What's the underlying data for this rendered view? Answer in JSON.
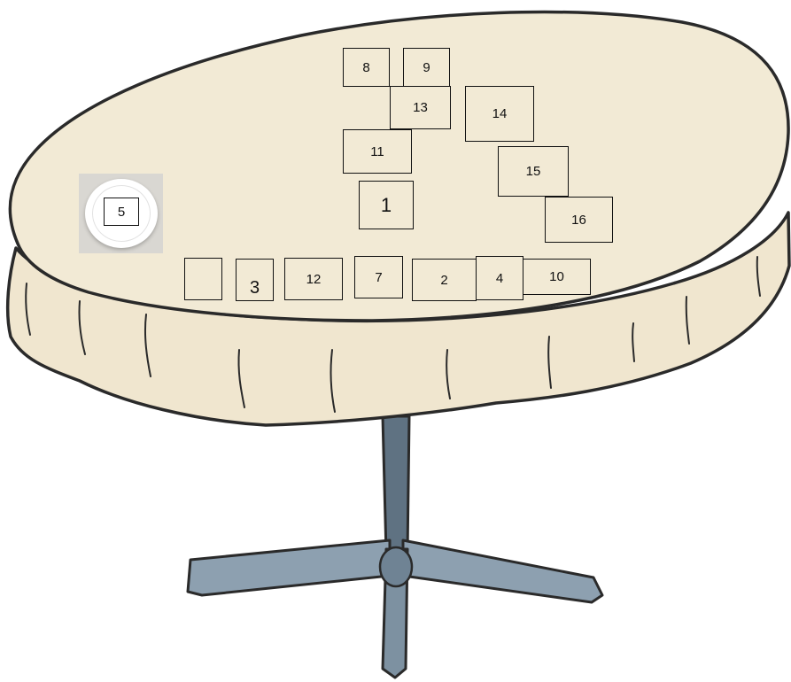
{
  "scene": {
    "tablecloth_color": "#f2ead5",
    "outline_color": "#2a2a2a",
    "stand_color": "#5f7282",
    "base_color": "#8da0b0",
    "plate_color": "#ffffff"
  },
  "seats": [
    {
      "id": "seat-1",
      "label": "1"
    },
    {
      "id": "seat-2",
      "label": "2"
    },
    {
      "id": "seat-3",
      "label": "3"
    },
    {
      "id": "seat-4",
      "label": "4"
    },
    {
      "id": "seat-5",
      "label": "5"
    },
    {
      "id": "seat-7",
      "label": "7"
    },
    {
      "id": "seat-8",
      "label": "8"
    },
    {
      "id": "seat-9",
      "label": "9"
    },
    {
      "id": "seat-10",
      "label": "10"
    },
    {
      "id": "seat-11",
      "label": "11"
    },
    {
      "id": "seat-12",
      "label": "12"
    },
    {
      "id": "seat-13",
      "label": "13"
    },
    {
      "id": "seat-14",
      "label": "14"
    },
    {
      "id": "seat-15",
      "label": "15"
    },
    {
      "id": "seat-16",
      "label": "16"
    },
    {
      "id": "seat-blank",
      "label": ""
    }
  ]
}
